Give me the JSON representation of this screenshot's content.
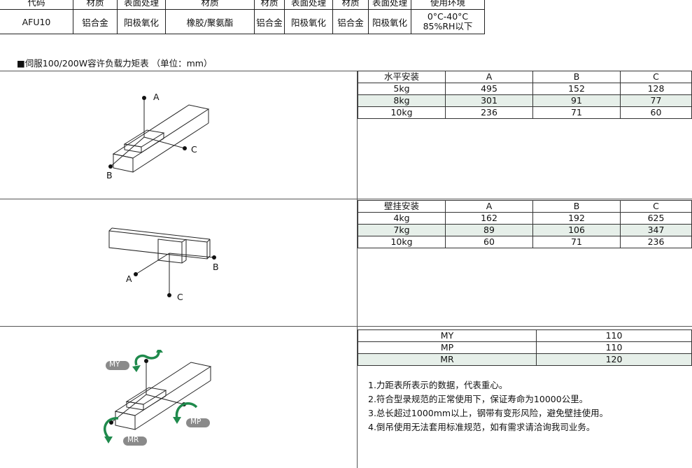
{
  "top_table": {
    "header_left": "代码",
    "header_env": "使用环境",
    "headers": [
      "材质",
      "表面处理",
      "材质",
      "材质",
      "表面处理",
      "材质",
      "表面处理"
    ],
    "row": {
      "code": "AFU10",
      "values": [
        "铝合金",
        "阳极氧化",
        "橡胶/聚氨酯",
        "铝合金",
        "阳极氧化",
        "铝合金",
        "阳极氧化"
      ],
      "env_line1": "0°C-40°C",
      "env_line2": "85%RH以下"
    }
  },
  "section_title": "■伺服100/200W容许负载力矩表 （单位：mm）",
  "horizontal": {
    "header": [
      "水平安装",
      "A",
      "B",
      "C"
    ],
    "rows": [
      [
        "5kg",
        "495",
        "152",
        "128"
      ],
      [
        "8kg",
        "301",
        "91",
        "77"
      ],
      [
        "10kg",
        "236",
        "71",
        "60"
      ]
    ],
    "labels": {
      "a": "A",
      "b": "B",
      "c": "C"
    }
  },
  "wall": {
    "header": [
      "壁挂安装",
      "A",
      "B",
      "C"
    ],
    "rows": [
      [
        "4kg",
        "162",
        "192",
        "625"
      ],
      [
        "7kg",
        "89",
        "106",
        "347"
      ],
      [
        "10kg",
        "60",
        "71",
        "236"
      ]
    ],
    "labels": {
      "a": "A",
      "b": "B",
      "c": "C"
    }
  },
  "moment": {
    "rows": [
      [
        "MY",
        "110"
      ],
      [
        "MP",
        "110"
      ],
      [
        "MR",
        "120"
      ]
    ],
    "labels": {
      "my": "MY",
      "mp": "MP",
      "mr": "MR"
    },
    "arrow_color": "#1f8a4c",
    "badge_color": "#8a8a8a"
  },
  "notes": [
    "1.力距表所表示的数据，代表重心。",
    "2.符合型录规范的正常使用下，保证寿命为10000公里。",
    "3.总长超过1000mm以上，钢带有变形风险，避免壁挂使用。",
    "4.倒吊使用无法套用标准规范，如有需求请洽询我司业务。"
  ]
}
